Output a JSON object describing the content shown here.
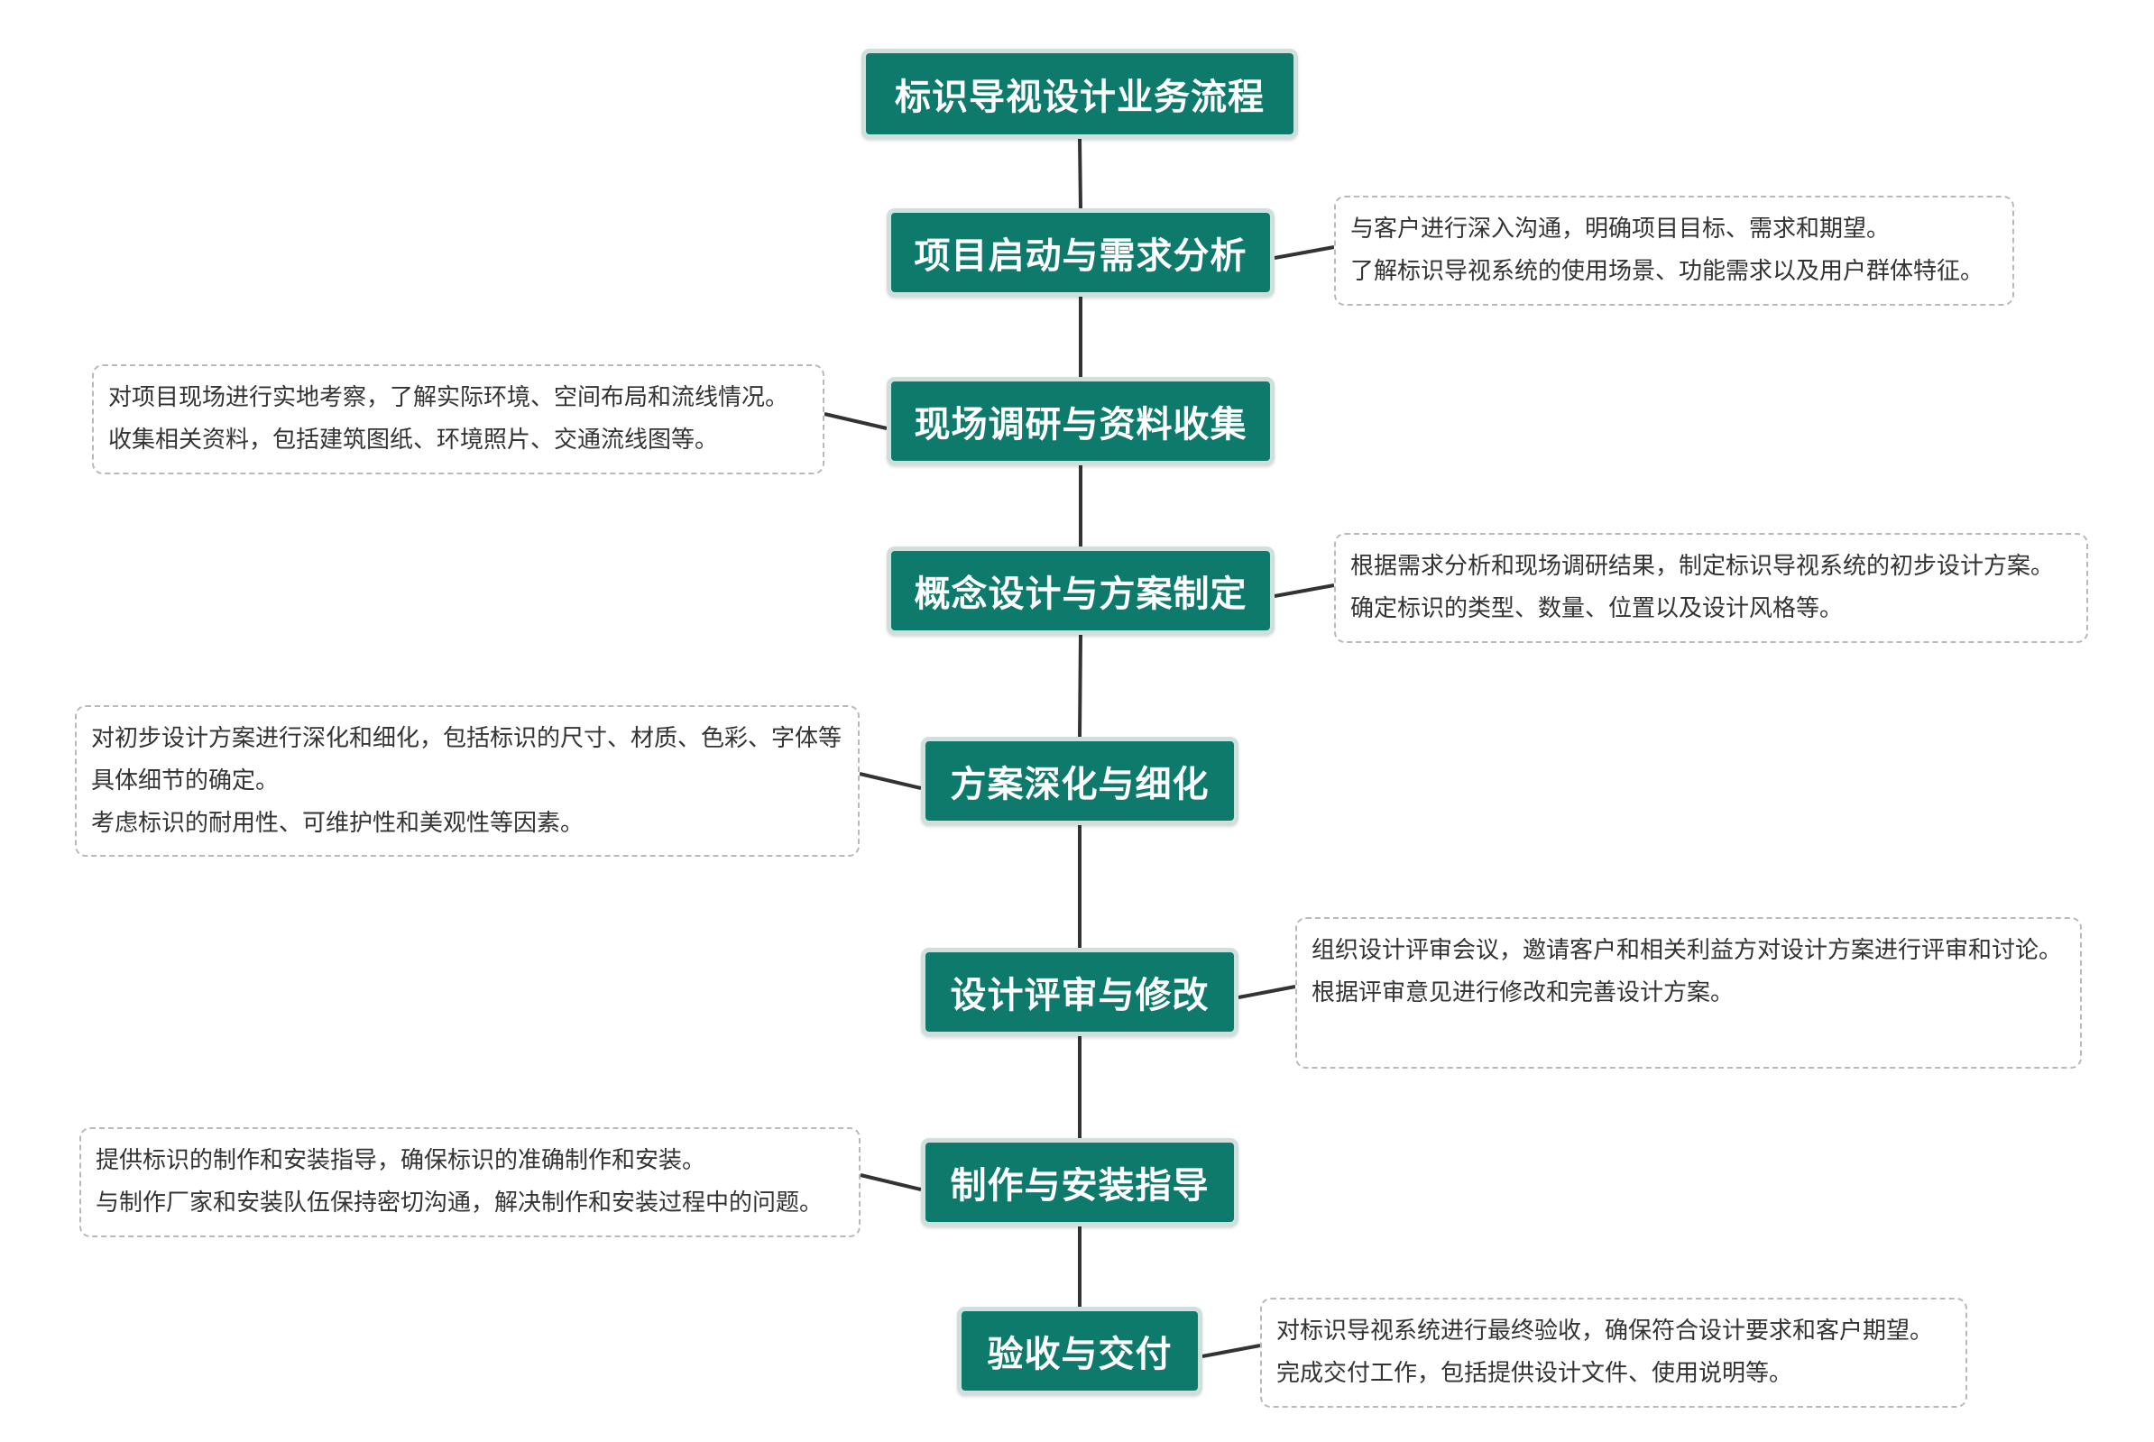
{
  "diagram": {
    "root": "标识导视设计业务流程",
    "steps": [
      {
        "title": "项目启动与需求分析",
        "notes": [
          "与客户进行深入沟通，明确项目目标、需求和期望。",
          "了解标识导视系统的使用场景、功能需求以及用户群体特征。"
        ]
      },
      {
        "title": "现场调研与资料收集",
        "notes": [
          "对项目现场进行实地考察，了解实际环境、空间布局和流线情况。",
          "收集相关资料，包括建筑图纸、环境照片、交通流线图等。"
        ]
      },
      {
        "title": "概念设计与方案制定",
        "notes": [
          "根据需求分析和现场调研结果，制定标识导视系统的初步设计方案。",
          "确定标识的类型、数量、位置以及设计风格等。"
        ]
      },
      {
        "title": "方案深化与细化",
        "notes": [
          "对初步设计方案进行深化和细化，包括标识的尺寸、材质、色彩、字体等具体细节的确定。",
          "考虑标识的耐用性、可维护性和美观性等因素。"
        ]
      },
      {
        "title": "设计评审与修改",
        "notes": [
          "组织设计评审会议，邀请客户和相关利益方对设计方案进行评审和讨论。",
          "根据评审意见进行修改和完善设计方案。"
        ]
      },
      {
        "title": "制作与安装指导",
        "notes": [
          "提供标识的制作和安装指导，确保标识的准确制作和安装。",
          "与制作厂家和安装队伍保持密切沟通，解决制作和安装过程中的问题。"
        ]
      },
      {
        "title": "验收与交付",
        "notes": [
          "对标识导视系统进行最终验收，确保符合设计要求和客户期望。",
          "完成交付工作，包括提供设计文件、使用说明等。"
        ]
      }
    ]
  },
  "colors": {
    "node_fill": "#0d7a6c",
    "node_border": "#cfe0dc",
    "node_text": "#ffffff",
    "connector": "#333333",
    "note_border": "#b9b9b9",
    "note_text": "#333333"
  }
}
